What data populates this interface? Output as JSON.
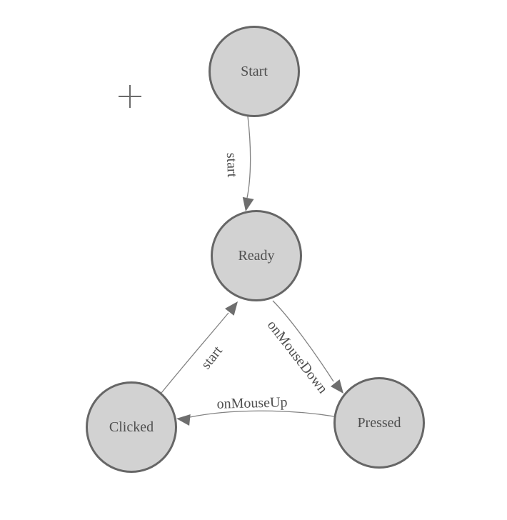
{
  "diagram": {
    "type": "state-machine",
    "nodes": [
      {
        "label": "Start"
      },
      {
        "label": "Ready"
      },
      {
        "label": "Clicked"
      },
      {
        "label": "Pressed"
      }
    ],
    "edges": [
      {
        "from": "Start",
        "to": "Ready",
        "label": "start"
      },
      {
        "from": "Clicked",
        "to": "Ready",
        "label": "start"
      },
      {
        "from": "Ready",
        "to": "Pressed",
        "label": "onMouseDown"
      },
      {
        "from": "Pressed",
        "to": "Clicked",
        "label": "onMouseUp"
      }
    ],
    "colors": {
      "background": "#ffffff",
      "node_fill": "#d2d2d2",
      "node_stroke": "#666666",
      "edge_line": "#828282",
      "arrowhead": "#6e6e6e",
      "label_text": "#4f4f4f",
      "crosshair": "#6b6b6b"
    },
    "cursor_icon": "plus-crosshair"
  }
}
